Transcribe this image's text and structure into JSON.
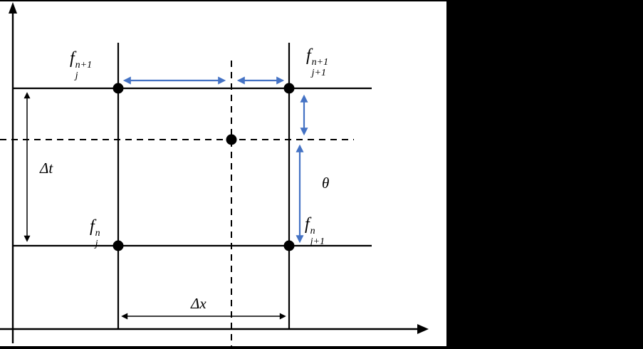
{
  "figure": {
    "background": "#000000",
    "canvas_color": "#ffffff",
    "colors": {
      "ink": "#000000",
      "accent_blue": "#4472C4"
    },
    "nodes": {
      "top_left": {
        "base": "f",
        "sup": "n+1",
        "sub": "j"
      },
      "top_right": {
        "base": "f",
        "sup": "n+1",
        "sub": "j+1"
      },
      "bottom_left": {
        "base": "f",
        "sup": "n",
        "sub": "j"
      },
      "bottom_right": {
        "base": "f",
        "sup": "n",
        "sub": "j+1"
      }
    },
    "measures": {
      "delta_t": "Δt",
      "delta_x": "Δx",
      "theta": "θ"
    }
  }
}
